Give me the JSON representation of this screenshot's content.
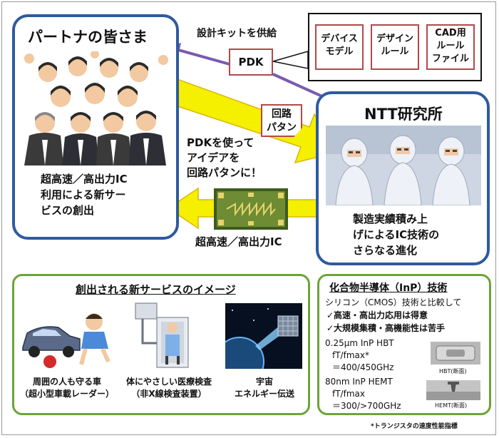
{
  "partner": {
    "title": "パートナの皆さま",
    "desc": [
      "超高速／高出力IC",
      "利用による新サー",
      "ビスの創出"
    ]
  },
  "ntt": {
    "title": "NTT研究所",
    "desc": [
      "製造実績積み上",
      "げによるIC技術の",
      "さらなる進化"
    ]
  },
  "pdk": {
    "label": "PDK",
    "supply_label": "設計キットを供給",
    "items": [
      {
        "lines": [
          "デバイス",
          "モデル"
        ]
      },
      {
        "lines": [
          "デザイン",
          "ルール"
        ]
      },
      {
        "lines": [
          "CAD用",
          "ルール",
          "ファイル"
        ]
      }
    ]
  },
  "circuit_note": {
    "lines": [
      "回路",
      "パタン"
    ]
  },
  "idea_text": [
    "PDKを使って",
    "アイデアを",
    "回路パタンに！"
  ],
  "ic_label": "超高速／高出力IC",
  "services": {
    "title": "創出される新サービスのイメージ",
    "items": [
      {
        "lines": [
          "周囲の人も守る車",
          "（超小型車載レーダー）"
        ]
      },
      {
        "lines": [
          "体にやさしい医療検査",
          "（非X線検査装置）"
        ]
      },
      {
        "lines": [
          "宇宙",
          "エネルギー伝送"
        ]
      }
    ]
  },
  "inp": {
    "title": "化合物半導体（InP）技術",
    "compare": "シリコン（CMOS）技術と比較して",
    "checks": [
      "✓高速・高出力応用は得意",
      "✓大規模集積・高機能性は苦手"
    ],
    "hbt": {
      "lines": [
        "0.25μm InP HBT",
        "fT/fmax*",
        "＝400/450GHz"
      ],
      "image_label": "HBT(断面)"
    },
    "hemt": {
      "lines": [
        "80nm InP HEMT",
        "fT/fmax",
        "＝300/>700GHz"
      ],
      "image_label": "HEMT(断面)"
    },
    "footnote": "*トランジスタの速度性能指標"
  },
  "colors": {
    "blue_border": "#2f5a9e",
    "green_border": "#6aa43a",
    "yellow_arrow": "#f5ef00",
    "purple_arrow": "#7a5ab0",
    "red_box": "#b04a4a"
  }
}
